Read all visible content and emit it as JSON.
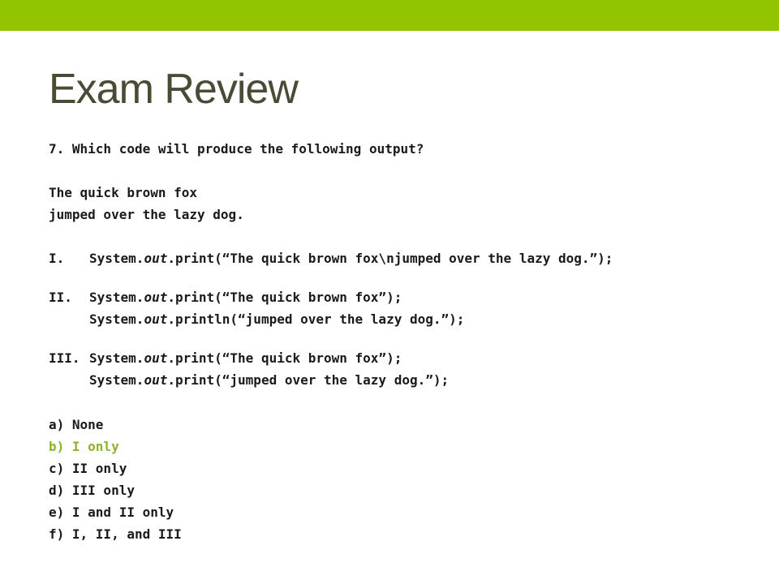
{
  "slide": {
    "title": "Exam Review",
    "accent_color": "#93c400",
    "correct_color": "#8ab52a"
  },
  "question": {
    "prompt": "7. Which code will produce the following output?",
    "output_line1": "The quick brown fox",
    "output_line2": "jumped over the lazy dog."
  },
  "options": {
    "I": {
      "label": "I.",
      "lines": [
        {
          "pre": "System.",
          "out": "out",
          "post": ".print(“The quick brown fox\\njumped over the lazy dog.”);"
        }
      ]
    },
    "II": {
      "label": "II.",
      "lines": [
        {
          "pre": "System.",
          "out": "out",
          "post": ".print(“The quick brown fox”);"
        },
        {
          "pre": "System.",
          "out": "out",
          "post": ".println(“jumped over the lazy dog.”);"
        }
      ]
    },
    "III": {
      "label": "III.",
      "lines": [
        {
          "pre": "System.",
          "out": "out",
          "post": ".print(“The quick brown fox”);"
        },
        {
          "pre": "System.",
          "out": "out",
          "post": ".print(“jumped over the lazy dog.”);"
        }
      ]
    }
  },
  "answers": [
    {
      "text": "a) None",
      "correct": false
    },
    {
      "text": "b) I only",
      "correct": true
    },
    {
      "text": "c) II only",
      "correct": false
    },
    {
      "text": "d) III only",
      "correct": false
    },
    {
      "text": "e) I and II only",
      "correct": false
    },
    {
      "text": "f) I, II, and III",
      "correct": false
    }
  ]
}
